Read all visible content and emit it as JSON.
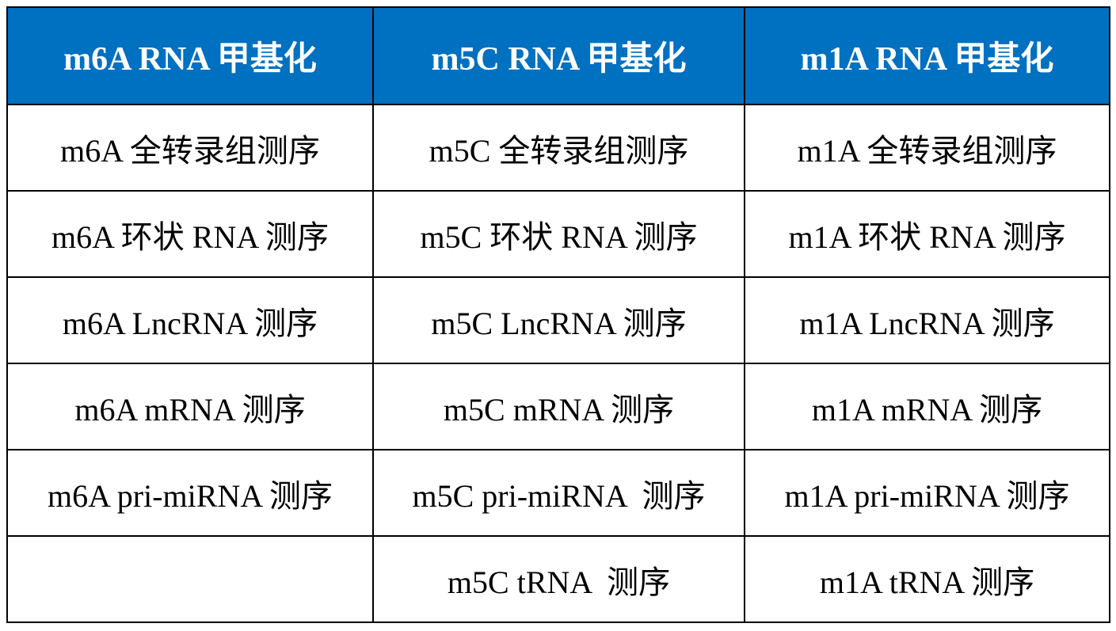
{
  "headers": [
    "m6A RNA 甲基化",
    "m5C RNA 甲基化",
    "m1A RNA 甲基化"
  ],
  "rows": [
    [
      "m6A 全转录组测序",
      "m5C 全转录组测序",
      "m1A 全转录组测序"
    ],
    [
      "m6A 环状 RNA 测序",
      "m5C 环状 RNA 测序",
      "m1A 环状 RNA 测序"
    ],
    [
      "m6A LncRNA 测序",
      "m5C LncRNA 测序",
      "m1A LncRNA 测序"
    ],
    [
      "m6A mRNA 测序",
      "m5C mRNA 测序",
      "m1A mRNA 测序"
    ],
    [
      "m6A pri-miRNA 测序",
      "m5C pri-miRNA  测序",
      "m1A pri-miRNA 测序"
    ],
    [
      "",
      "m5C tRNA  测序",
      "m1A tRNA 测序"
    ]
  ],
  "colors": {
    "header_bg": "#0070C0",
    "header_text": "#FFFFFF"
  }
}
